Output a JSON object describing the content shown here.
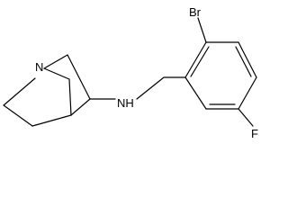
{
  "diagram": {
    "type": "chemical-structure",
    "atoms": {
      "n_ring": "N",
      "nh": "NH",
      "br": "Br",
      "f": "F"
    },
    "colors": {
      "bond": "#000000",
      "label": "#000000",
      "background": "#ffffff"
    }
  }
}
